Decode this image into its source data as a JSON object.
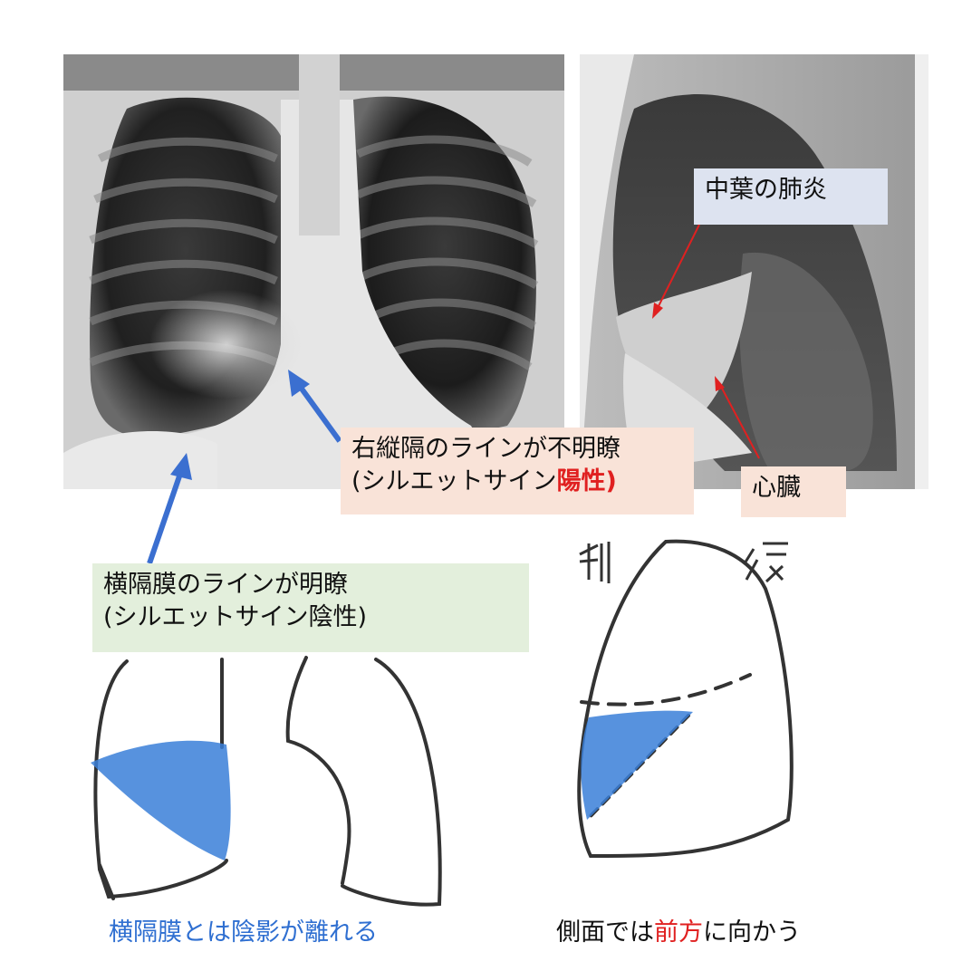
{
  "labels": {
    "middle_lobe_pneumonia": "中葉の肺炎",
    "right_mediastinum_line": "右縦隔のラインが不明瞭",
    "silhouette_positive_prefix": "(シルエットサイン",
    "silhouette_positive_word": "陽性)",
    "heart": "心臓",
    "diaphragm_line_clear": "横隔膜のラインが明瞭",
    "silhouette_negative": "(シルエットサイン陰性)",
    "front_handwritten": "前",
    "back_handwritten": "後",
    "caption_left": "横隔膜とは陰影が離れる",
    "caption_right_1": "側面では",
    "caption_right_2": "前方",
    "caption_right_3": "に向かう"
  },
  "colors": {
    "note_blue_bg": "#dde3f0",
    "note_peach_bg": "#f9e3d8",
    "note_green_bg": "#e3efdc",
    "accent_red": "#e02020",
    "arrow_blue": "#3b6fd0",
    "shade_blue": "#3a7fd8",
    "caption_blue": "#2f6fd1"
  }
}
